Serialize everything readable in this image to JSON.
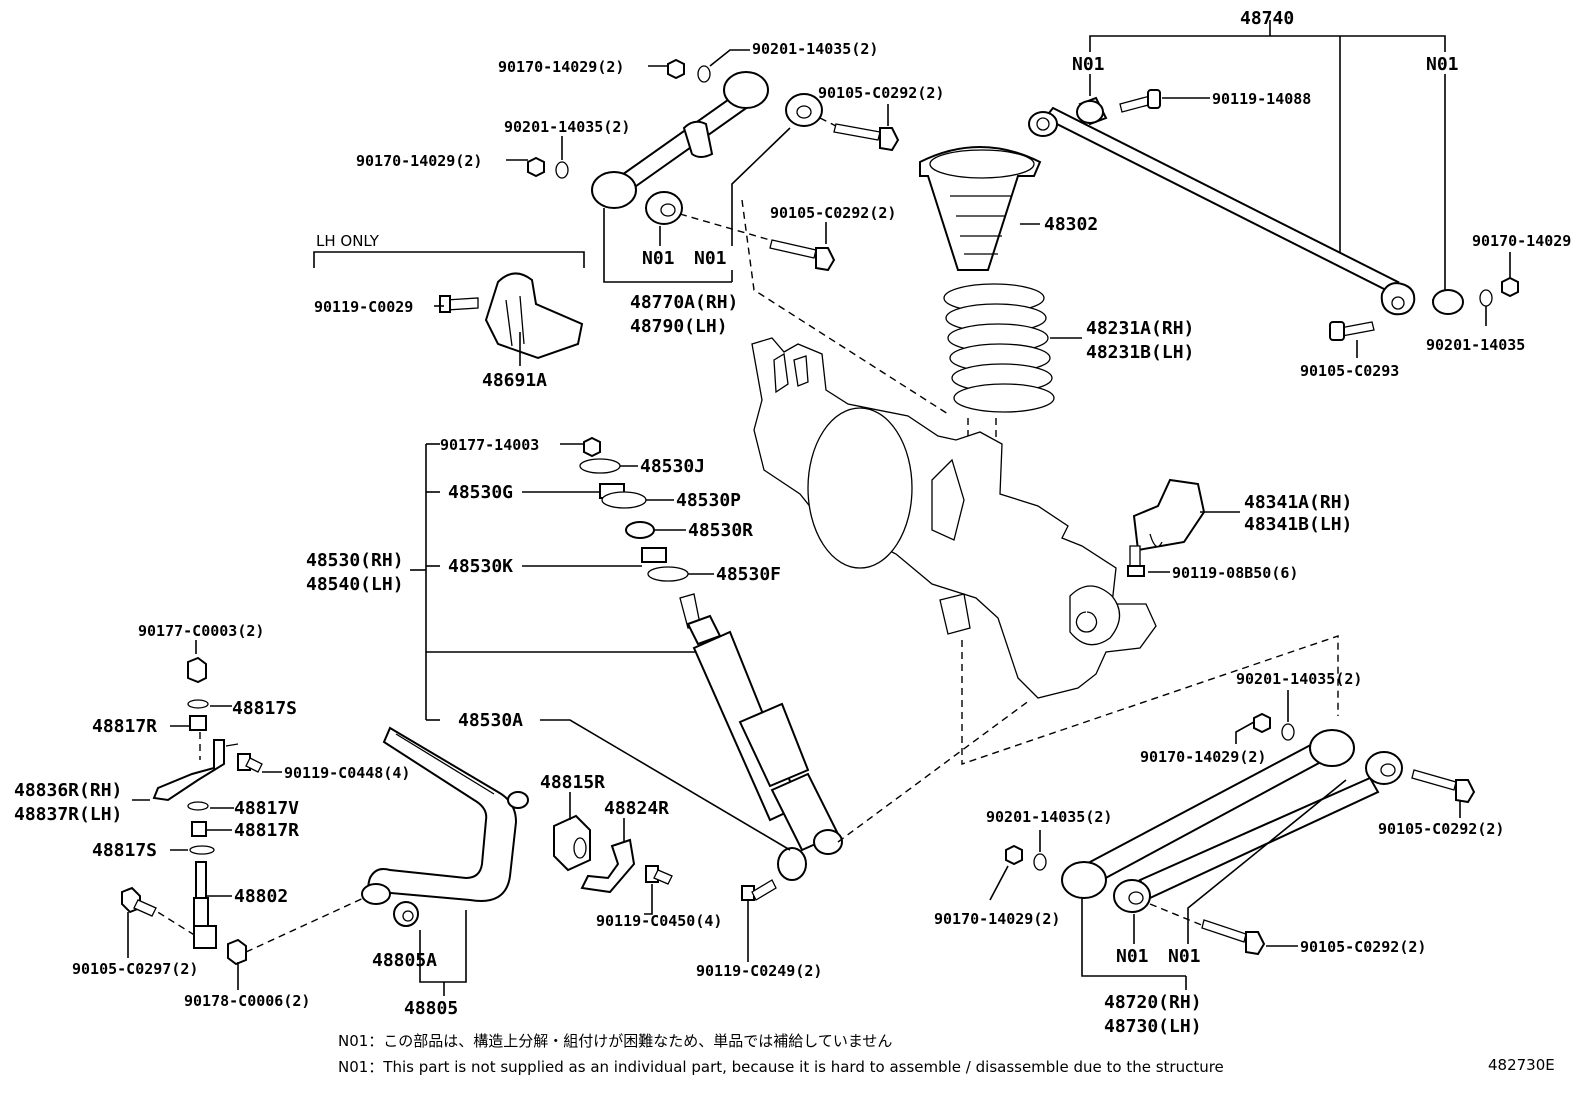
{
  "labels": {
    "l_48740": "48740",
    "l_n01_a": "N01",
    "l_n01_b": "N01",
    "l_90119_14088": "90119-14088",
    "l_90170_14029_r": "90170-14029",
    "l_90201_14035_r": "90201-14035",
    "l_90105_c0293": "90105-C0293",
    "l_90170_14029_2a": "90170-14029(2)",
    "l_90201_14035_2a": "90201-14035(2)",
    "l_90201_14035_2b": "90201-14035(2)",
    "l_90170_14029_2b": "90170-14029(2)",
    "l_90105_c0292_2a": "90105-C0292(2)",
    "l_90105_c0292_2b": "90105-C0292(2)",
    "l_n01_c": "N01",
    "l_n01_d": "N01",
    "l_48770a": "48770A(RH)",
    "l_48790": "48790(LH)",
    "l_lh_only": "LH ONLY",
    "l_90119_c0029": "90119-C0029",
    "l_48691a": "48691A",
    "l_48302": "48302",
    "l_48231a": "48231A(RH)",
    "l_48231b": "48231B(LH)",
    "l_90177_14003": "90177-14003",
    "l_48530j": "48530J",
    "l_48530g": "48530G",
    "l_48530p": "48530P",
    "l_48530r": "48530R",
    "l_48530rh": "48530(RH)",
    "l_48540lh": "48540(LH)",
    "l_48530k": "48530K",
    "l_48530f": "48530F",
    "l_48530a": "48530A",
    "l_48341a": "48341A(RH)",
    "l_48341b": "48341B(LH)",
    "l_90119_08b50": "90119-08B50(6)",
    "l_90177_c0003": "90177-C0003(2)",
    "l_48817s_a": "48817S",
    "l_48817r_a": "48817R",
    "l_90119_c0448": "90119-C0448(4)",
    "l_48836r": "48836R(RH)",
    "l_48837r": "48837R(LH)",
    "l_48817v": "48817V",
    "l_48817r_b": "48817R",
    "l_48817s_b": "48817S",
    "l_48802": "48802",
    "l_90105_c0297": "90105-C0297(2)",
    "l_90178_c0006": "90178-C0006(2)",
    "l_48805a": "48805A",
    "l_48805": "48805",
    "l_48815r": "48815R",
    "l_48824r": "48824R",
    "l_90119_c0450": "90119-C0450(4)",
    "l_90119_c0249": "90119-C0249(2)",
    "l_90201_14035_2c": "90201-14035(2)",
    "l_90170_14029_2c": "90170-14029(2)",
    "l_90105_c0292_2c": "90105-C0292(2)",
    "l_90201_14035_2d": "90201-14035(2)",
    "l_90170_14029_2d": "90170-14029(2)",
    "l_90105_c0292_2d": "90105-C0292(2)",
    "l_n01_e": "N01",
    "l_n01_f": "N01",
    "l_48720": "48720(RH)",
    "l_48730": "48730(LH)"
  },
  "notes": {
    "jp": "N01：この部品は、構造上分解・組付けが困難なため、単品では補給していません",
    "en": "N01：This part is not supplied as an individual part, because it is hard to assemble / disassemble due to the structure"
  },
  "reference_code": "482730E"
}
